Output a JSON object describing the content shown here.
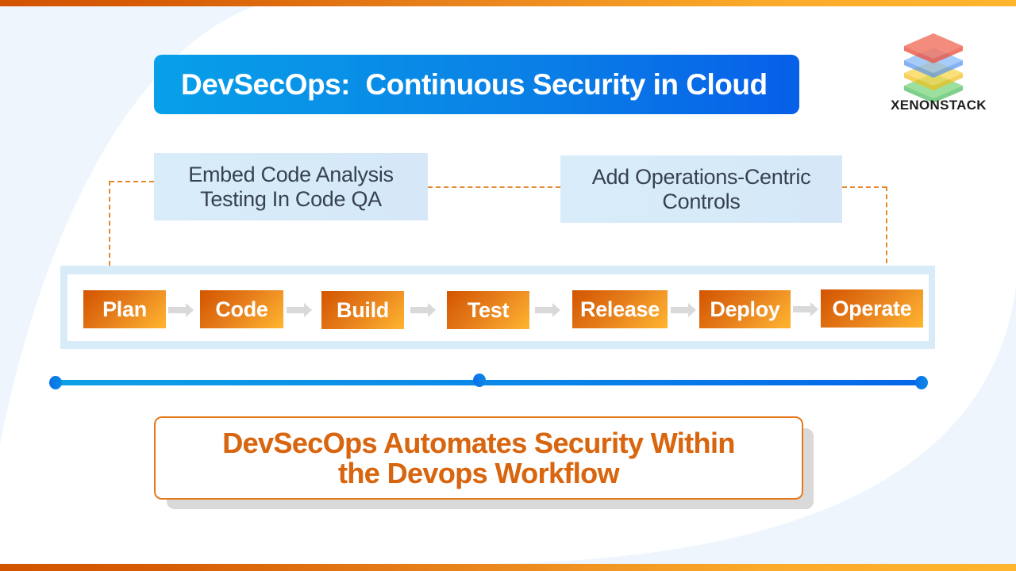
{
  "brand": {
    "name": "XENONSTACK",
    "logo_icon": "stacked-layers-icon",
    "logo_colors": [
      "#e8432e",
      "#4a8ff0",
      "#f5c518",
      "#34b54a"
    ]
  },
  "header": {
    "title": "DevSecOps:  Continuous Security in Cloud"
  },
  "annotations": {
    "left": {
      "line1": "Embed Code Analysis",
      "line2": "Testing In Code QA"
    },
    "right": {
      "line1": "Add Operations-Centric",
      "line2": "Controls"
    }
  },
  "pipeline": {
    "stages": [
      {
        "label": "Plan"
      },
      {
        "label": "Code"
      },
      {
        "label": "Build"
      },
      {
        "label": "Test"
      },
      {
        "label": "Release"
      },
      {
        "label": "Deploy"
      },
      {
        "label": "Operate"
      }
    ],
    "arrow_icon": "right-arrow-icon"
  },
  "timeline": {
    "points": 3
  },
  "footer_callout": {
    "line1": "DevSecOps Automates Security Within",
    "line2": "the Devops Workflow"
  },
  "colors": {
    "accent_orange": "#d35400",
    "accent_yellow": "#ffb52d",
    "accent_blue": "#0a7fe6",
    "note_bg": "#d8ecf9",
    "text_dark": "#374151"
  }
}
